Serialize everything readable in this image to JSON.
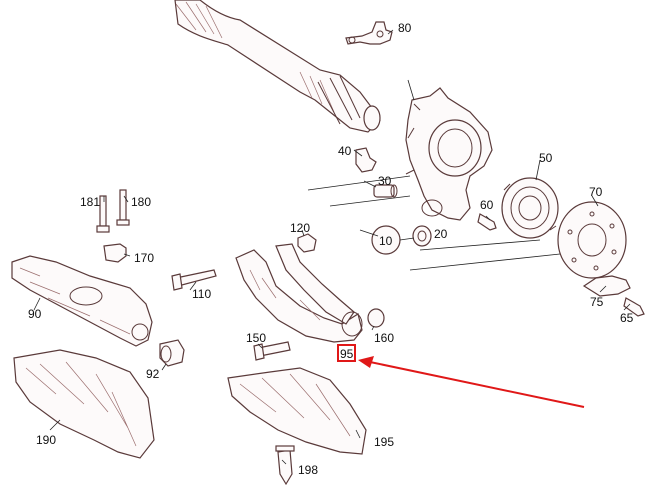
{
  "callouts": {
    "p10": "10",
    "p20": "20",
    "p30": "30",
    "p40": "40",
    "p50": "50",
    "p60": "60",
    "p65": "65",
    "p70": "70",
    "p75": "75",
    "p80": "80",
    "p90": "90",
    "p92": "92",
    "p95": "95",
    "p110": "110",
    "p120": "120",
    "p150": "150",
    "p160": "160",
    "p170": "170",
    "p180": "180",
    "p181": "181",
    "p190": "190",
    "p195": "195",
    "p198": "198"
  },
  "highlight": {
    "label": "95",
    "color": "#e01818"
  },
  "colors": {
    "line_art": "#5a3a3a",
    "arrow": "#e01818"
  }
}
